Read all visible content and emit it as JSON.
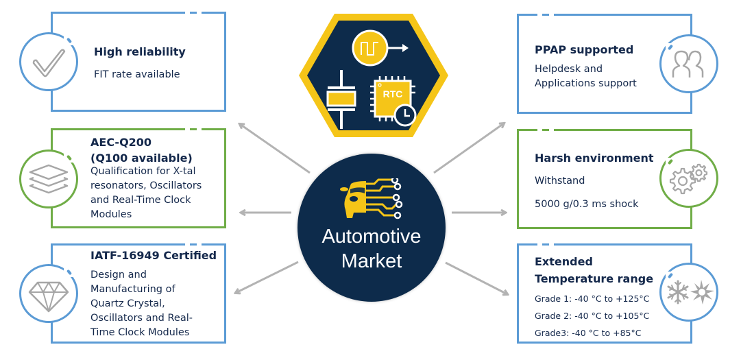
{
  "colors": {
    "blue": "#5b9bd5",
    "green": "#70ad47",
    "navy": "#0d2b4b",
    "yellow": "#f5c518",
    "icon_gray": "#a6a6a6",
    "arrow_gray": "#b3b3b3"
  },
  "hub": {
    "line1": "Automotive",
    "line2": "Market",
    "icon": "connected-car-icon"
  },
  "product_badge": {
    "icons": [
      "oscillator-icon",
      "crystal-resonator-icon",
      "rtc-chip-icon"
    ],
    "rtc_label": "RTC"
  },
  "cards": {
    "high_reliability": {
      "title": "High reliability",
      "lines": [
        "FIT rate available"
      ],
      "icon": "checkmark-icon"
    },
    "aec_q200": {
      "title_lines": [
        "AEC-Q200",
        "(Q100 available)"
      ],
      "lines": [
        "Qualification for X-tal",
        "resonators, Oscillators",
        "and Real-Time Clock",
        "Modules"
      ],
      "icon": "layers-icon"
    },
    "iatf": {
      "title": "IATF-16949 Certified",
      "lines": [
        "Design and",
        "Manufacturing of",
        "Quartz Crystal,",
        "Oscillators and Real-",
        "Time Clock Modules"
      ],
      "icon": "diamond-icon"
    },
    "ppap": {
      "title": "PPAP supported",
      "lines": [
        "Helpdesk and",
        "Applications support"
      ],
      "icon": "users-icon"
    },
    "harsh": {
      "title": "Harsh environment",
      "lines": [
        "Withstand",
        "5000 g/0.3 ms shock"
      ],
      "icon": "gears-icon"
    },
    "temperature": {
      "title_lines": [
        "Extended",
        "Temperature range"
      ],
      "lines": [
        "Grade 1: -40 °C to +125°C",
        "Grade 2: -40 °C to +105°C",
        "Grade3: -40 °C to +85°C"
      ],
      "icon": "snowflake-sun-icon"
    }
  }
}
